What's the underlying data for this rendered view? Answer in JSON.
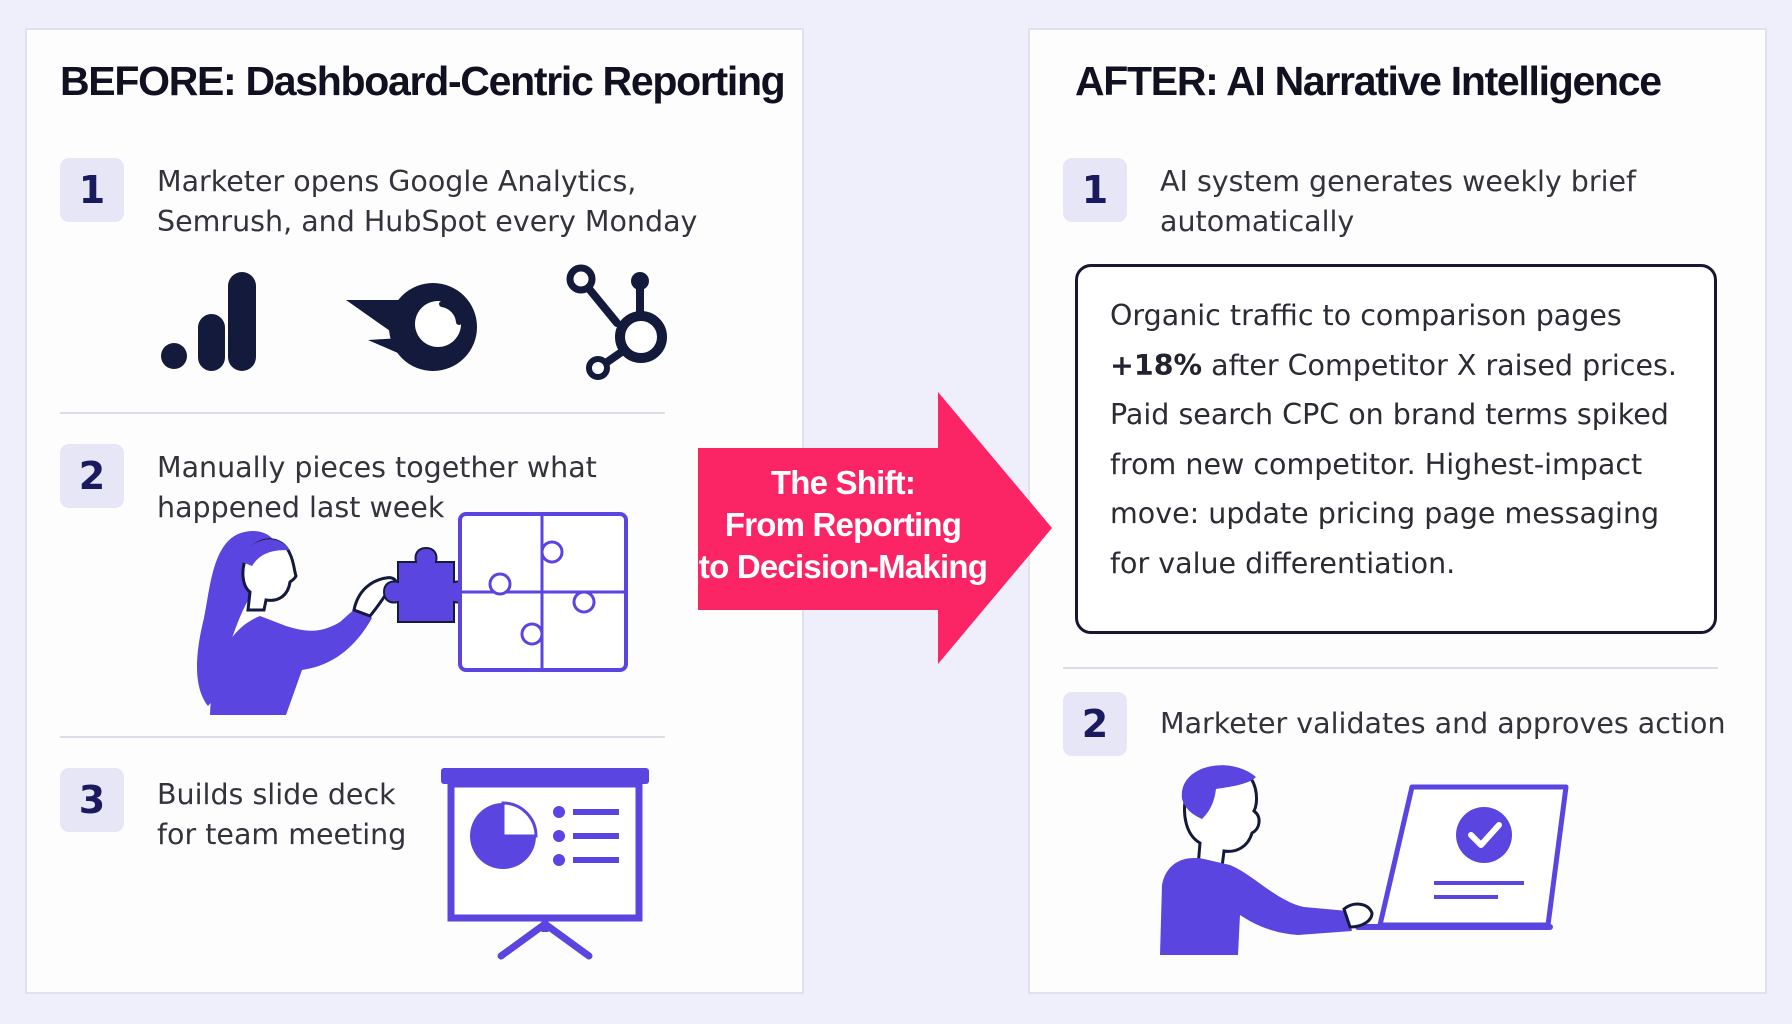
{
  "before": {
    "title": "BEFORE: Dashboard-Centric Reporting",
    "steps": [
      {
        "number": "1",
        "lines": [
          "Marketer opens Google Analytics,",
          "Semrush, and HubSpot every Monday"
        ],
        "icons": [
          "google-analytics-icon",
          "semrush-icon",
          "hubspot-icon"
        ]
      },
      {
        "number": "2",
        "lines": [
          "Manually pieces together what",
          "happened last week"
        ],
        "icons": [
          "woman-puzzle-illustration"
        ]
      },
      {
        "number": "3",
        "lines": [
          "Builds slide deck",
          "for team meeting"
        ],
        "icons": [
          "presentation-easel-icon"
        ]
      }
    ]
  },
  "shift": {
    "lines": [
      "The Shift:",
      "From Reporting",
      "to Decision-Making"
    ],
    "color": "#fb2566"
  },
  "after": {
    "title": "AFTER: AI Narrative Intelligence",
    "steps": [
      {
        "number": "1",
        "lines": [
          "AI system generates weekly brief",
          "automatically"
        ]
      },
      {
        "number": "2",
        "lines": [
          "Marketer validates and approves action"
        ],
        "icons": [
          "man-laptop-checkmark-illustration"
        ]
      }
    ],
    "brief": {
      "highlight": "+18%",
      "line1": "Organic traffic to comparison pages",
      "line2_rest": " after Competitor X raised prices.",
      "line3": "Paid search CPC on brand terms spiked",
      "line4": "from new competitor. Highest-impact",
      "line5": "move: update pricing page messaging",
      "line6": "for value differentiation."
    }
  },
  "colors": {
    "accent": "#5b45e0",
    "navy": "#141a3c",
    "badge_bg": "#e6e6f7",
    "background": "#eeeffb"
  }
}
